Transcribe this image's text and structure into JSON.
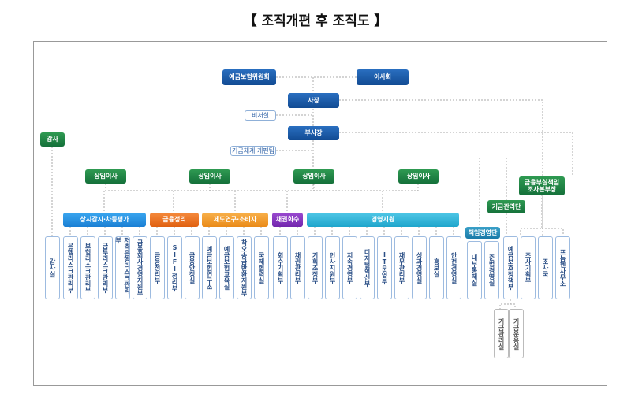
{
  "title": "【 조직개편 후 조직도 】",
  "top": {
    "committee": "예금보험위원회",
    "board": "이사회",
    "president": "사장",
    "secretary": "비서실",
    "vice_president": "부사장",
    "fund_team": "기금체계 개편팀",
    "auditor": "감사",
    "directors": [
      "상임이사",
      "상임이사",
      "상임이사",
      "상임이사"
    ],
    "fund_mgmt": "기금관리단",
    "investigation": "금융부실책임 조사본부장"
  },
  "groups": [
    "상시감시·차등평가",
    "금융정리",
    "제도연구·소비자",
    "채권회수",
    "경영지원",
    "책임경영단"
  ],
  "units": [
    "감사실",
    "은행리스크관리부",
    "보험리스크관리부",
    "금투리스크관리부",
    "저축은행리스크관리부",
    "금융회사경영지원부",
    "금융정리부",
    "SIFI정리부",
    "금융안정실",
    "예금보험연구소",
    "예금보험교육실",
    "착오송금반환지원부",
    "국제협력실",
    "회수기획부",
    "채권관리부",
    "기획조정부",
    "인사지원부",
    "지속경영부",
    "디지털혁신부",
    "IT운영부",
    "재무관리부",
    "성과경영실",
    "홍보실",
    "안전경영실",
    "내부통제실",
    "준법경영실",
    "예금보호정책부",
    "조사기획부",
    "조사국",
    "프놈펜사무소"
  ],
  "sub_units": [
    "기금관리실",
    "기금운용실"
  ]
}
